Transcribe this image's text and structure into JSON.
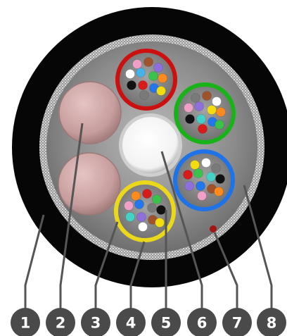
{
  "diagram": {
    "colors": {
      "jacket": "#060606",
      "armor": "#c9c9c9",
      "core_fill": "#8f8f8f",
      "filler": "#d9b3b3",
      "central_member": "#ffffff",
      "ripcord": "#a31515",
      "leader": "#555555",
      "badge": "#4a4a4a",
      "badge_text": "#ffffff"
    },
    "tubes": [
      {
        "name": "tube-red",
        "ring_color": "#cc0f0f",
        "fiber_colors": [
          "#f0a0c8",
          "#a0522d",
          "#8f6fdc",
          "#ffffff",
          "#44b3e8",
          "#3ac24a",
          "#ff8a1e",
          "#111111",
          "#d81b1b",
          "#2277ee",
          "#f3dd10",
          "#7a7a7a"
        ]
      },
      {
        "name": "tube-green",
        "ring_color": "#19b319",
        "fiber_colors": [
          "#7a7a7a",
          "#a0522d",
          "#ffffff",
          "#f0a0c8",
          "#8f6fdc",
          "#f3dd10",
          "#ff8a1e",
          "#111111",
          "#44d2c8",
          "#2277ee",
          "#3ac24a",
          "#d81b1b"
        ]
      },
      {
        "name": "tube-blue",
        "ring_color": "#1e73e8",
        "fiber_colors": [
          "#f3dd10",
          "#ffffff",
          "#7a7a7a",
          "#d81b1b",
          "#3ac24a",
          "#44d2c8",
          "#111111",
          "#8f6fdc",
          "#2277ee",
          "#a0522d",
          "#ff8a1e",
          "#f0a0c8"
        ]
      },
      {
        "name": "tube-yellow",
        "ring_color": "#ecd81a",
        "fiber_colors": [
          "#ff8a1e",
          "#d81b1b",
          "#3ac24a",
          "#f0a0c8",
          "#2277ee",
          "#7a7a7a",
          "#111111",
          "#44d2c8",
          "#8f6fdc",
          "#a0522d",
          "#f3dd10",
          "#ffffff"
        ]
      }
    ],
    "callouts": [
      {
        "label": "1",
        "part": "outer-jacket"
      },
      {
        "label": "2",
        "part": "filler-element"
      },
      {
        "label": "3",
        "part": "loose-tube"
      },
      {
        "label": "4",
        "part": "optical-fiber"
      },
      {
        "label": "5",
        "part": "fiber"
      },
      {
        "label": "6",
        "part": "central-strength-member"
      },
      {
        "label": "7",
        "part": "ripcord"
      },
      {
        "label": "8",
        "part": "armor-layer"
      }
    ]
  }
}
